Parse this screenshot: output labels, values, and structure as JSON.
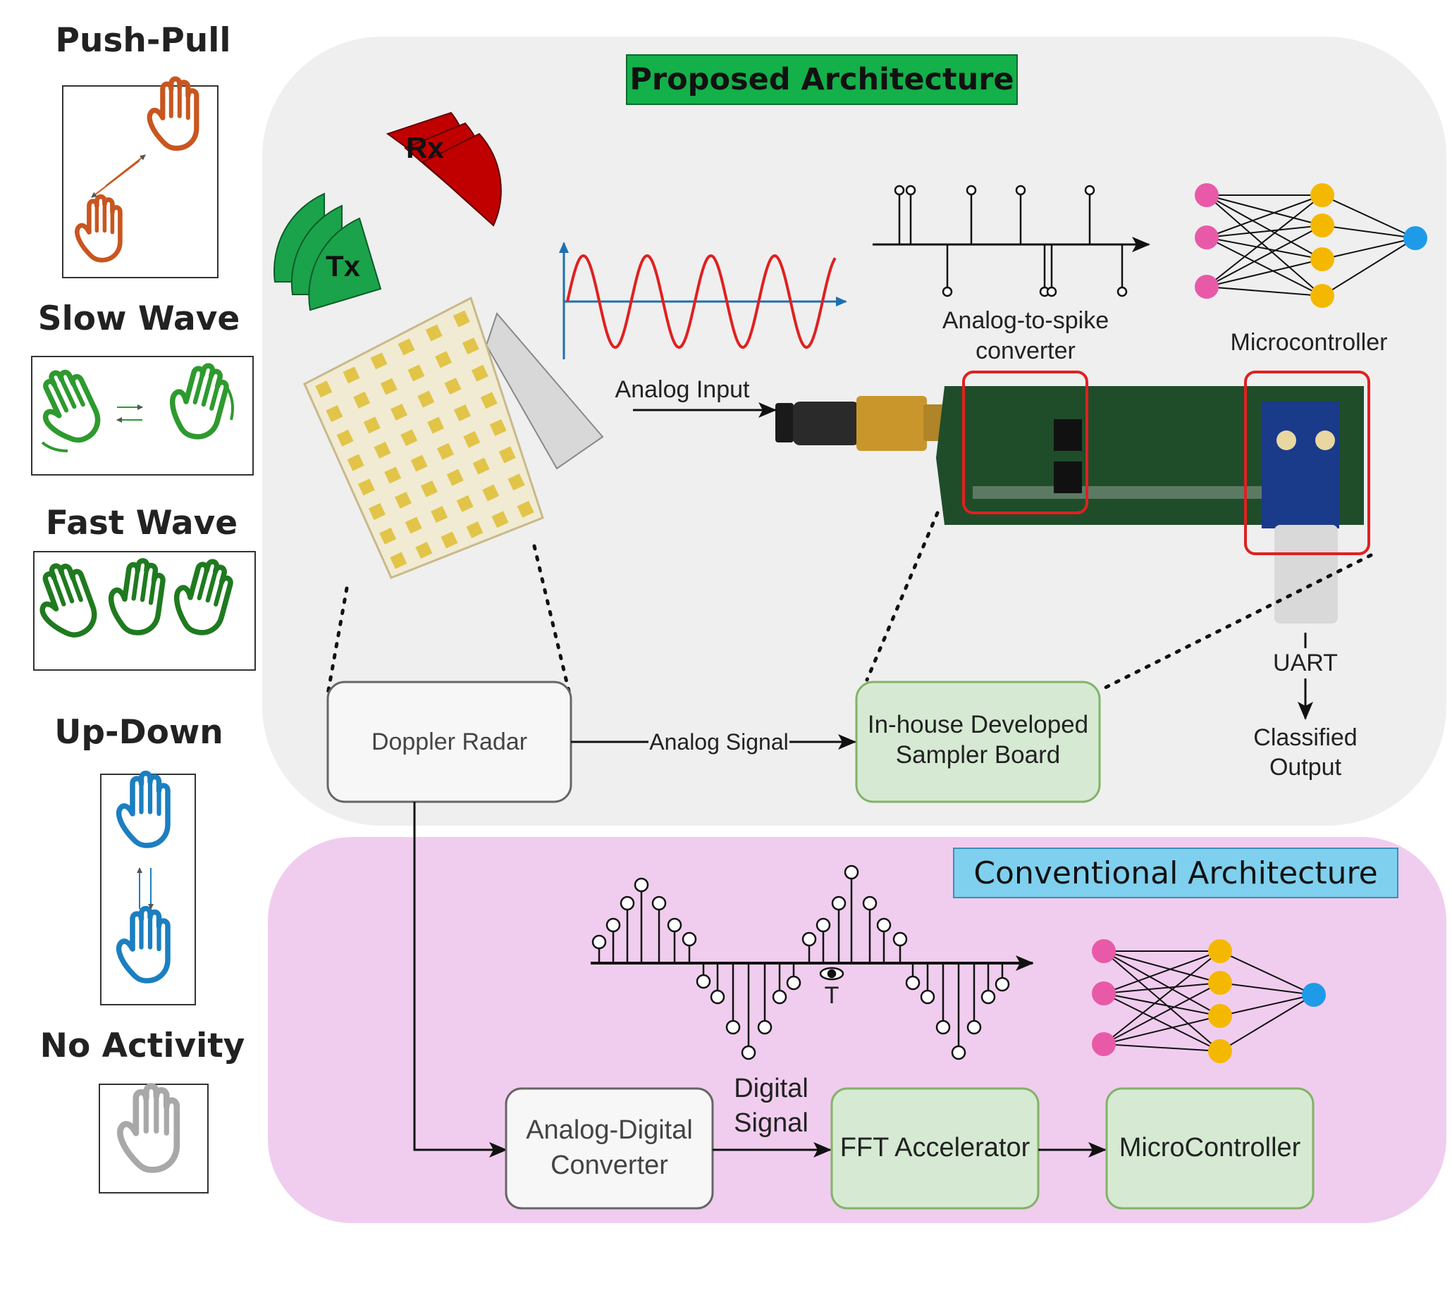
{
  "gestures": [
    {
      "name": "Push-Pull",
      "color": "#c8561f"
    },
    {
      "name": "Slow Wave",
      "color": "#2e9a2e"
    },
    {
      "name": "Fast Wave",
      "color": "#1f7a1f"
    },
    {
      "name": "Up-Down",
      "color": "#1b7fc0"
    },
    {
      "name": "No Activity",
      "color": "#a8a8a8"
    }
  ],
  "proposed": {
    "title": "Proposed Architecture",
    "title_bg": "#14b04a",
    "panel_bg": "#efefef",
    "tx_label": "Tx",
    "rx_label": "Rx",
    "analog_input_label": "Analog Input",
    "spike_converter_label_line1": "Analog-to-spike",
    "spike_converter_label_line2": "converter",
    "microcontroller_label": "Microcontroller",
    "doppler_radar_label": "Doppler Radar",
    "analog_signal_label": "Analog Signal",
    "sampler_board_line1": "In-house Developed",
    "sampler_board_line2": "Sampler Board",
    "uart_label": "UART",
    "classified_output_line1": "Classified",
    "classified_output_line2": "Output"
  },
  "conventional": {
    "title": "Conventional Architecture",
    "title_bg": "#7fd0ee",
    "panel_bg": "#f0cdee",
    "adc_line1": "Analog-Digital",
    "adc_line2": "Converter",
    "digital_signal_line1": "Digital",
    "digital_signal_line2": "Signal",
    "fft_label": "FFT Accelerator",
    "mcu_label": "MicroController",
    "period_label": "T"
  },
  "colors": {
    "node_pink": "#e85aa8",
    "node_yellow": "#f5b800",
    "node_blue": "#1e9be8",
    "wave_red": "#e02020",
    "axis_blue": "#1f6fb0",
    "green_box": "#d6ead3",
    "pcb": "#1f4d2a"
  }
}
